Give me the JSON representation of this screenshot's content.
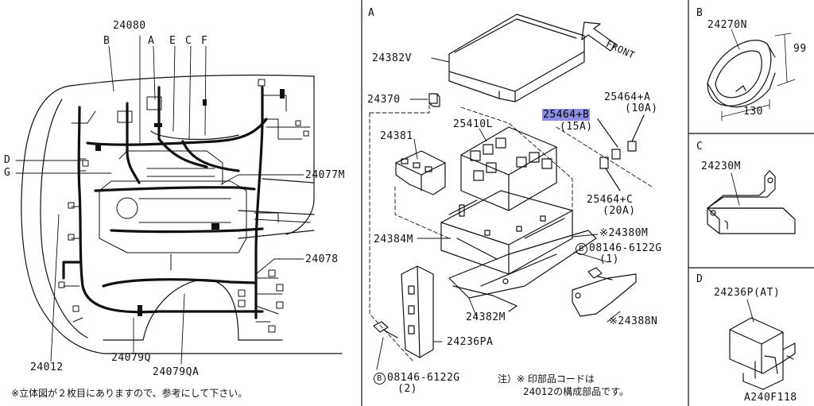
{
  "left": {
    "labels": {
      "p24080": "24080",
      "B": "B",
      "A": "A",
      "E": "E",
      "C": "C",
      "F": "F",
      "D": "D",
      "G": "G",
      "p24077M": "24077M",
      "p24078": "24078",
      "p24012": "24012",
      "p24079Q": "24079Q",
      "p24079QA": "24079QA"
    },
    "note": "※立体図が２枚目にありますので、参考にして下さい。"
  },
  "section_a": {
    "title": "A",
    "front": "FRONT",
    "p24382V": "24382V",
    "p24370": "24370",
    "p24381": "24381",
    "p25410L": "25410L",
    "p25464B": "25464+B",
    "p25464B_rating": "(15A)",
    "p25464A": "25464+A",
    "p25464A_rating": "(10A)",
    "p25464C": "25464+C",
    "p25464C_rating": "(20A)",
    "p24384M": "24384M",
    "p24380M": "※24380M",
    "bolt1_letter": "B",
    "bolt1": "08146-6122G",
    "bolt1_qty": "(1)",
    "p24382M": "24382M",
    "p24388N": "※24388N",
    "p24236PA": "24236PA",
    "bolt2_letter": "B",
    "bolt2": "08146-6122G",
    "bolt2_qty": "(2)",
    "note_line1": "注）※ 印部品コードは",
    "note_line2": "24012の構成部品です。"
  },
  "section_b": {
    "title": "B",
    "part": "24270N",
    "dim_h": "99",
    "dim_w": "130"
  },
  "section_c": {
    "title": "C",
    "part": "24230M"
  },
  "section_d": {
    "title": "D",
    "part": "24236P(AT)",
    "code": "A240F118"
  }
}
